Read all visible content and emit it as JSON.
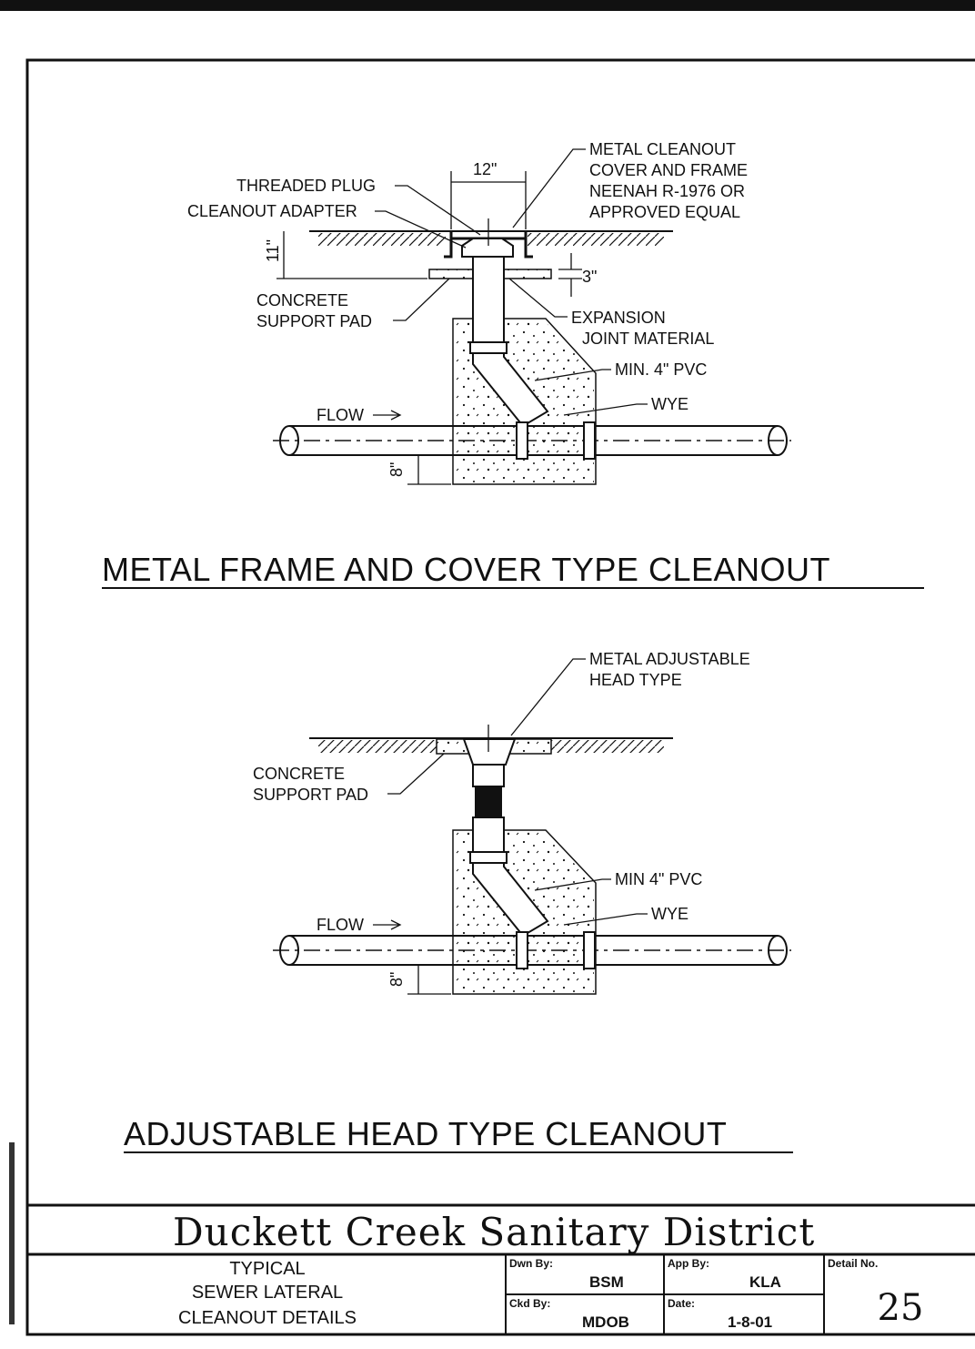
{
  "detail1": {
    "dim_width": "12\"",
    "dim_depth": "11\"",
    "dim_gap": "3\"",
    "dim_bottom": "8\"",
    "labels": {
      "threaded_plug": "THREADED PLUG",
      "cleanout_adapter": "CLEANOUT ADAPTER",
      "cover_line1": "METAL CLEANOUT",
      "cover_line2": "COVER AND FRAME",
      "cover_line3": "NEENAH R-1976 OR",
      "cover_line4": "APPROVED EQUAL",
      "pad_line1": "CONCRETE",
      "pad_line2": "SUPPORT PAD",
      "expansion_line1": "EXPANSION",
      "expansion_line2": "JOINT MATERIAL",
      "pvc": "MIN. 4\" PVC",
      "wye": "WYE",
      "flow": "FLOW"
    },
    "title": "METAL FRAME AND COVER TYPE CLEANOUT"
  },
  "detail2": {
    "dim_bottom": "8\"",
    "labels": {
      "head_line1": "METAL ADJUSTABLE",
      "head_line2": "HEAD TYPE",
      "pad_line1": "CONCRETE",
      "pad_line2": "SUPPORT PAD",
      "pvc": "MIN 4\" PVC",
      "wye": "WYE",
      "flow": "FLOW"
    },
    "title": "ADJUSTABLE HEAD TYPE CLEANOUT"
  },
  "title_block": {
    "district": "Duckett Creek Sanitary District",
    "desc_line1": "TYPICAL",
    "desc_line2": "SEWER LATERAL",
    "desc_line3": "CLEANOUT DETAILS",
    "dwn_by_label": "Dwn By:",
    "dwn_by": "BSM",
    "ckd_by_label": "Ckd By:",
    "ckd_by": "MDOB",
    "app_by_label": "App By:",
    "app_by": "KLA",
    "date_label": "Date:",
    "date": "1-8-01",
    "detail_no_label": "Detail No.",
    "detail_no": "25"
  }
}
